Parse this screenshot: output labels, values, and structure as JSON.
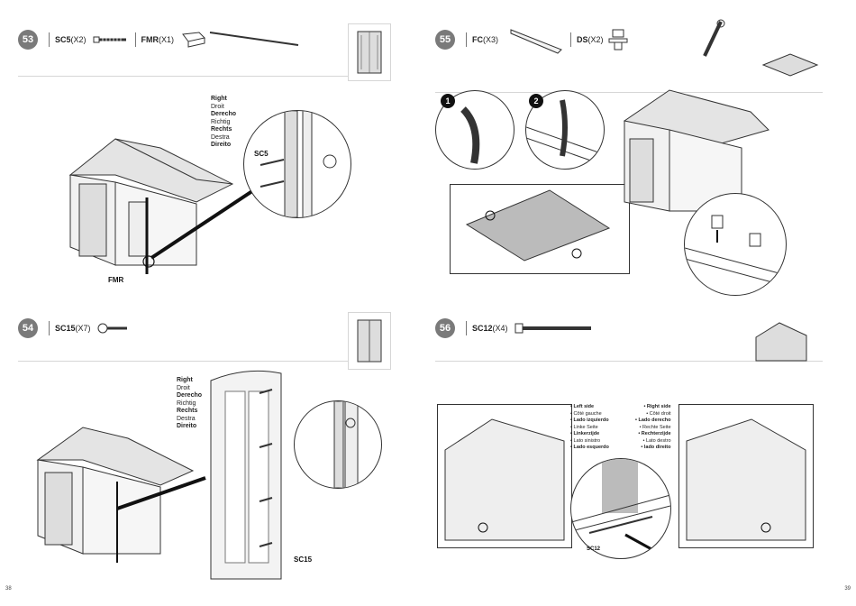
{
  "steps": {
    "s53": {
      "number": "53",
      "parts": [
        {
          "code": "SC5",
          "qty": "(X2)"
        },
        {
          "code": "FMR",
          "qty": "(X1)"
        }
      ],
      "languages": [
        "Right",
        "Droit",
        "Derecho",
        "Richtig",
        "Rechts",
        "Destra",
        "Direito"
      ],
      "callout": "SC5",
      "label_fmr": "FMR"
    },
    "s54": {
      "number": "54",
      "parts": [
        {
          "code": "SC15",
          "qty": "(X7)"
        }
      ],
      "languages": [
        "Right",
        "Droit",
        "Derecho",
        "Richtig",
        "Rechts",
        "Destra",
        "Direito"
      ],
      "callout": "SC15"
    },
    "s55": {
      "number": "55",
      "parts": [
        {
          "code": "FC",
          "qty": "(X3)"
        },
        {
          "code": "DS",
          "qty": "(X2)"
        }
      ],
      "marker1": "1",
      "marker2": "2"
    },
    "s56": {
      "number": "56",
      "parts": [
        {
          "code": "SC12",
          "qty": "(X4)"
        }
      ],
      "left_side": [
        "• Left side",
        "• Côté gauche",
        "• Lado izquierdo",
        "• Linke Seite",
        "• Linkerzijde",
        "• Lato sinistro",
        "• Lado esquerdo"
      ],
      "right_side": [
        "• Right side",
        "• Côté droit",
        "• Lado derecho",
        "• Rechte Seite",
        "• Rechterzijde",
        "• Lato destro",
        "• lado direito"
      ],
      "callout": "SC12"
    }
  },
  "page_numbers": {
    "left": "38",
    "right": "39"
  }
}
